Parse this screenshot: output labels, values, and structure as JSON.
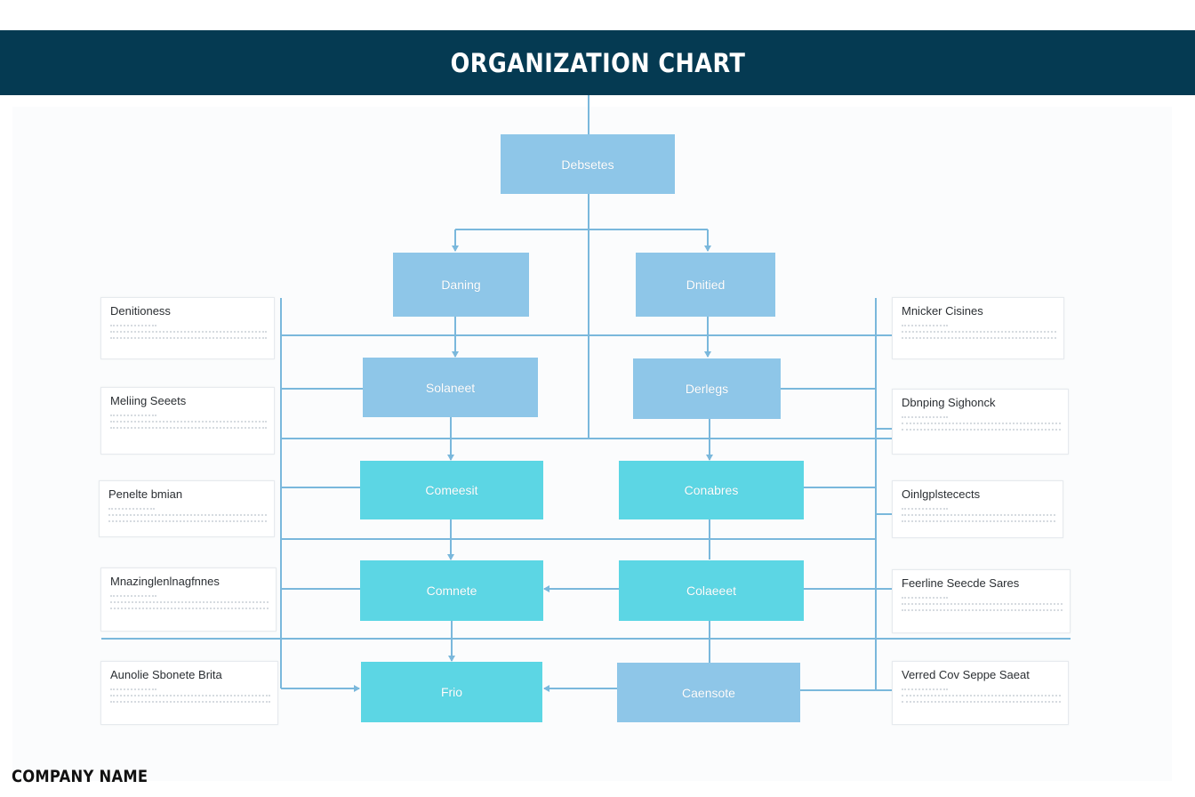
{
  "header": {
    "title": "ORGANIZATION CHART"
  },
  "footer": {
    "company_name": "COMPANY NAME"
  },
  "colors": {
    "header_bg": "#053a52",
    "box_blue": "#8ec6e8",
    "box_cyan": "#5cd6e4",
    "connector": "#7ab8dc"
  },
  "chart": {
    "nodes": [
      {
        "id": "root",
        "label": "Debsetes",
        "color": "blue"
      },
      {
        "id": "l2-left",
        "label": "Daning",
        "color": "blue"
      },
      {
        "id": "l2-right",
        "label": "Dnitied",
        "color": "blue"
      },
      {
        "id": "l3-left",
        "label": "Solaneet",
        "color": "blue"
      },
      {
        "id": "l3-right",
        "label": "Derlegs",
        "color": "blue"
      },
      {
        "id": "l4-left",
        "label": "Comeesit",
        "color": "cyan"
      },
      {
        "id": "l4-right",
        "label": "Conabres",
        "color": "cyan"
      },
      {
        "id": "l5-left",
        "label": "Comnete",
        "color": "cyan"
      },
      {
        "id": "l5-right",
        "label": "Colaeeet",
        "color": "cyan"
      },
      {
        "id": "l6-left",
        "label": "Frio",
        "color": "cyan"
      },
      {
        "id": "l6-right",
        "label": "Caensote",
        "color": "blue"
      }
    ],
    "left_cards": [
      {
        "title": "Denitioness"
      },
      {
        "title": "Meliing Seeets"
      },
      {
        "title": "Penelte bmian"
      },
      {
        "title": "Mnazinglenlnagfnnes"
      },
      {
        "title": "Aunolie Sbonete Brita"
      }
    ],
    "right_cards": [
      {
        "title": "Mnicker Cisines"
      },
      {
        "title": "Dbnping Sighonck"
      },
      {
        "title": "Oinlgplstecects"
      },
      {
        "title": "Feerline Seecde Sares"
      },
      {
        "title": "Verred Cov Seppe Saeat"
      }
    ]
  }
}
